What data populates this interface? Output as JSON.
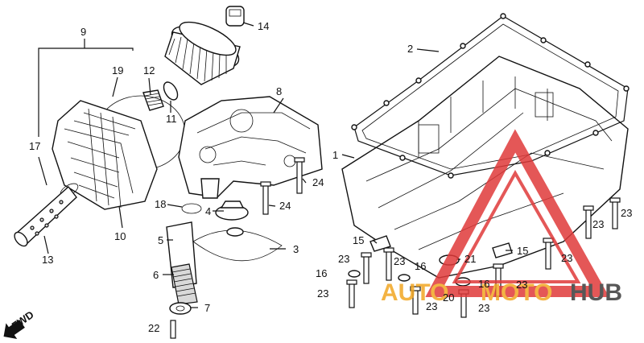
{
  "diagram": {
    "callouts": {
      "c1": "1",
      "c2": "2",
      "c3": "3",
      "c4": "4",
      "c5": "5",
      "c6": "6",
      "c7": "7",
      "c8": "8",
      "c9": "9",
      "c10": "10",
      "c11": "11",
      "c12": "12",
      "c13": "13",
      "c14": "14",
      "c15a": "15",
      "c15b": "15",
      "c16a": "16",
      "c16b": "16",
      "c16c": "16",
      "c17": "17",
      "c18": "18",
      "c19": "19",
      "c20": "20",
      "c21": "21",
      "c22": "22",
      "c23a": "23",
      "c23b": "23",
      "c23c": "23",
      "c23d": "23",
      "c23e": "23",
      "c23f": "23",
      "c23g": "23",
      "c23h": "23",
      "c23i": "23",
      "c24a": "24",
      "c24b": "24"
    },
    "fwd_label": "FWD",
    "watermark": {
      "part1": "AUTO",
      "part2": "MOTO",
      "part3": "HUB",
      "color_red": "#e03a3a",
      "color_orange": "#f2a623",
      "color_dark": "#3a3a3a"
    }
  }
}
